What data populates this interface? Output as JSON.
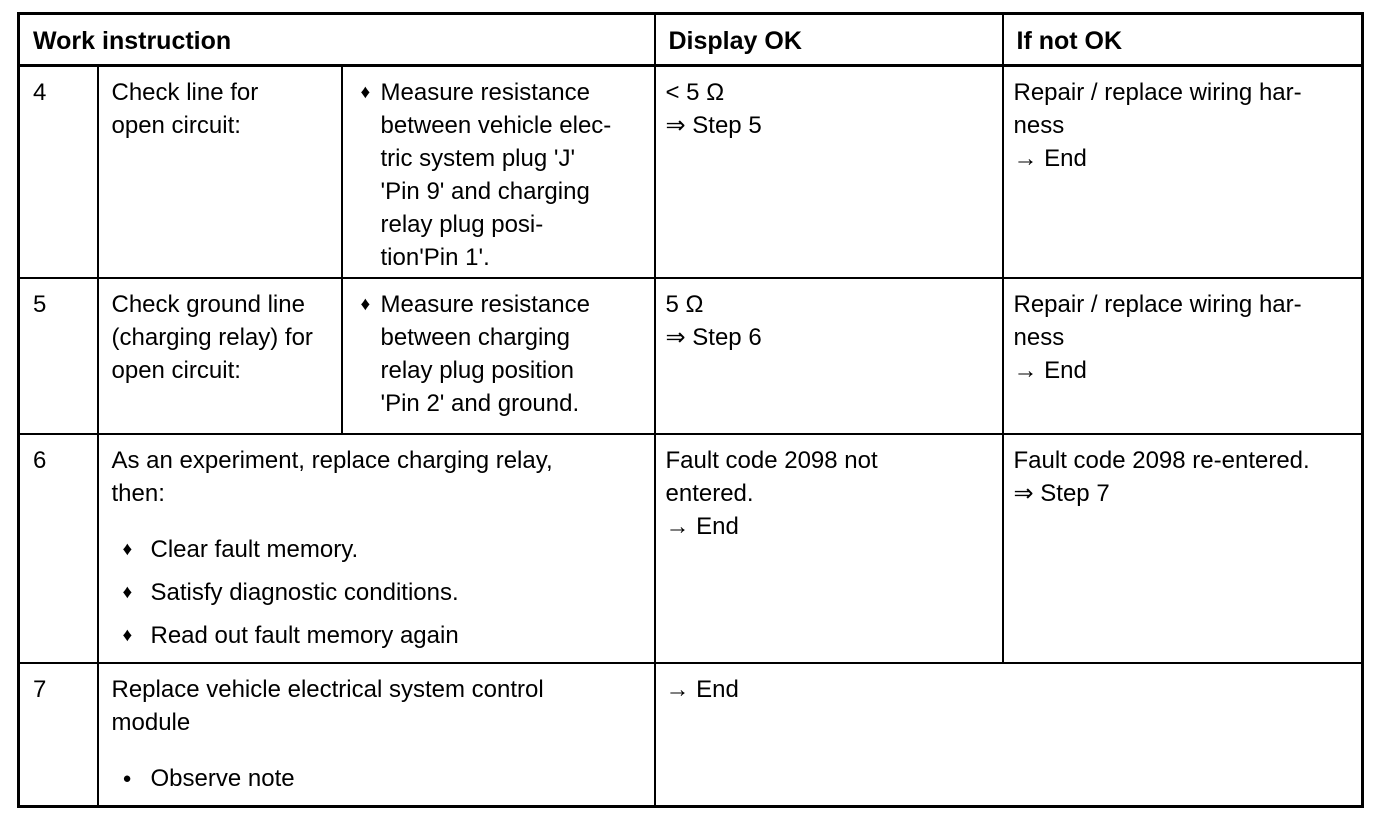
{
  "header": {
    "work_instruction": "Work instruction",
    "display_ok": "Display OK",
    "if_not_ok": "If not OK"
  },
  "glyphs": {
    "diamond_bullet": "♦",
    "round_bullet": "●"
  },
  "rows": {
    "r4": {
      "step": "4",
      "task": [
        "Check line for",
        "open circuit:"
      ],
      "detail": [
        "Measure resistance",
        "between vehicle elec-",
        "tric system plug 'J'",
        "'Pin 9' and charging",
        "relay plug posi-",
        "tion'Pin 1'."
      ],
      "display_ok": [
        "< 5 Ω",
        "⇒ Step 5"
      ],
      "if_not_ok": [
        "Repair / replace wiring har-",
        "ness",
        "→ End"
      ]
    },
    "r5": {
      "step": "5",
      "task": [
        "Check ground line",
        "(charging relay) for",
        "open circuit:"
      ],
      "detail": [
        "Measure resistance",
        "between charging",
        "relay plug position",
        "'Pin 2' and ground."
      ],
      "display_ok": [
        "5 Ω",
        "⇒ Step 6"
      ],
      "if_not_ok": [
        "Repair / replace wiring har-",
        "ness",
        "→ End"
      ]
    },
    "r6": {
      "step": "6",
      "intro": [
        "As an experiment, replace charging relay,",
        "then:"
      ],
      "bullets": [
        "Clear fault memory.",
        "Satisfy diagnostic conditions.",
        "Read out fault memory again"
      ],
      "display_ok": [
        "Fault code 2098 not",
        "entered.",
        "→ End"
      ],
      "if_not_ok": [
        "Fault code 2098 re-entered.",
        "⇒ Step 7"
      ]
    },
    "r7": {
      "step": "7",
      "intro": [
        "Replace vehicle electrical system control",
        "module"
      ],
      "bullets": [
        "Observe note"
      ],
      "result": [
        "→ End"
      ]
    }
  }
}
